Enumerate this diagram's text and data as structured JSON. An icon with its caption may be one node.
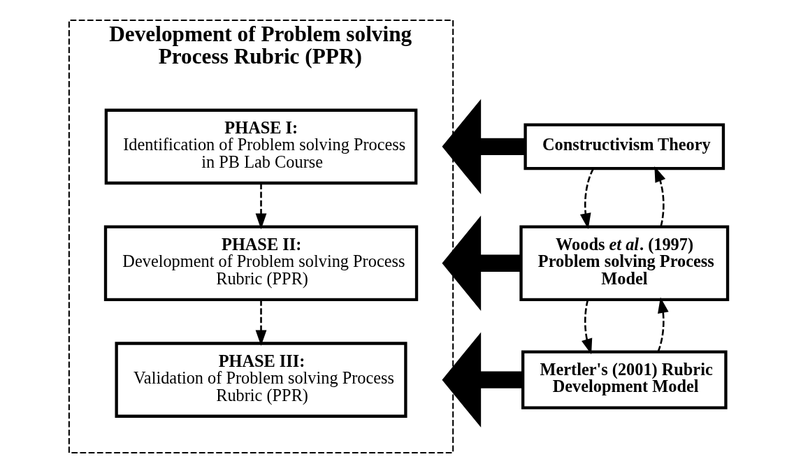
{
  "diagram": {
    "nodes": [
      {
        "text": [
          "Development of Problem solving Process Rubric (PPR)"
        ]
      },
      {
        "text": [
          "Constructivism Theory"
        ]
      },
      {
        "text": [
          "Woods *et al*. (1997) Problem solving Process Model"
        ]
      },
      {
        "text": [
          "Mertler's (2001) Rubric Development Model"
        ]
      },
      {
        "text": [
          "PHASE I:",
          "Identification of Problem solving Process in PB Lab Course"
        ],
        "in": 0
      },
      {
        "text": [
          "PHASE II:",
          "Development of Problem solving Process Rubric (PPR)"
        ],
        "in": 0
      },
      {
        "text": [
          "PHASE III:",
          "Validation of Problem solving Process Rubric (PPR)"
        ],
        "in": 0
      }
    ],
    "edges": [
      {
        "from": 1,
        "to": 2,
        "arrow": "to",
        "style": "dashed"
      },
      {
        "from": 2,
        "to": 1,
        "arrow": "to",
        "style": "dashed"
      },
      {
        "from": 2,
        "to": 3,
        "arrow": "to",
        "style": "dashed"
      },
      {
        "from": 3,
        "to": 2,
        "arrow": "to",
        "style": "dashed"
      },
      {
        "from": 4,
        "to": 5,
        "arrow": "to",
        "style": "dashed"
      },
      {
        "from": 5,
        "to": 6,
        "arrow": "to",
        "style": "dashed"
      },
      {
        "from": 1,
        "to": 0,
        "arrow": "to",
        "style": "thick"
      },
      {
        "from": 2,
        "to": 0,
        "arrow": "to",
        "style": "thick"
      },
      {
        "from": 3,
        "to": 0,
        "arrow": "to",
        "style": "thick"
      }
    ]
  }
}
